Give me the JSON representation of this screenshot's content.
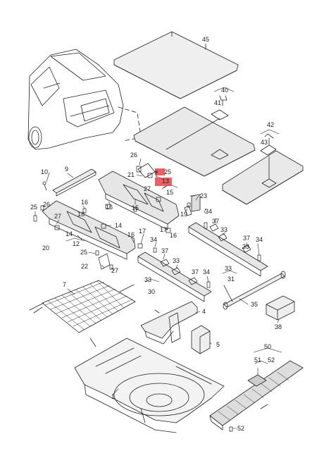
{
  "diagram": {
    "highlight_color": "#e8444a",
    "line_color": "#222222",
    "panel_fill": "#e9e9e9",
    "parts": {
      "p45": "45",
      "p40": "40",
      "p41": "41",
      "p42": "42",
      "p43": "43",
      "p10": "10",
      "p9": "9",
      "p26a": "26",
      "p21": "21",
      "p25h": "25",
      "p13h": "13",
      "p27a": "27",
      "p15a": "15",
      "p15b": "15",
      "p16a": "16",
      "p17a": "17",
      "p16b": "16",
      "p23": "23",
      "p19": "19",
      "p34a": "34",
      "p37a": "37",
      "p33a": "33",
      "p25a": "25",
      "p26b": "26",
      "p27b": "27",
      "p16c": "16",
      "p18": "18",
      "p14a": "14",
      "p14b": "14",
      "p12": "12",
      "p20": "20",
      "p16d": "16",
      "p17b": "17",
      "p34b": "34",
      "p37b": "37",
      "p37c": "37",
      "p33b": "33",
      "p25b": "25",
      "p22": "22",
      "p27c": "27",
      "p37d": "37",
      "p33c": "33",
      "p34c": "34",
      "p33d": "33",
      "p31": "31",
      "p7": "7",
      "p33e": "33",
      "p30": "30",
      "p4": "4",
      "p35": "35",
      "p38": "38",
      "p5": "5",
      "p50": "50",
      "p51": "51",
      "p52a": "52",
      "p1": "1",
      "p52b": "52"
    }
  }
}
